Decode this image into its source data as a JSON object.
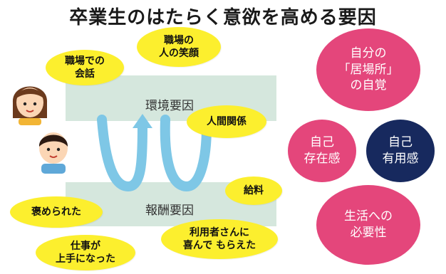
{
  "title": "卒業生のはたらく意欲を高める要因",
  "bands": {
    "upper_label": "環境要因",
    "lower_label": "報酬要因"
  },
  "bubbles": {
    "workplace_talk": "職場での\n会話",
    "workplace_smile": "職場の\n人の笑顔",
    "relationships": "人間関係",
    "salary": "給料",
    "praised": "褒められた",
    "user_happy": "利用者さんに\n喜んで もらえた",
    "skilled": "仕事が\n上手になった"
  },
  "circles": {
    "belonging": "自分の\n「居場所」\nの自覚",
    "self_presence": "自己\n存在感",
    "self_usefulness": "自己\n有用感",
    "life_necessity": "生活への\n必要性"
  },
  "colors": {
    "bubble": "#fcef2e",
    "pink": "#e4467b",
    "navy": "#17295e",
    "band": "#d5e7dd",
    "arrow": "#7ec7e6"
  }
}
